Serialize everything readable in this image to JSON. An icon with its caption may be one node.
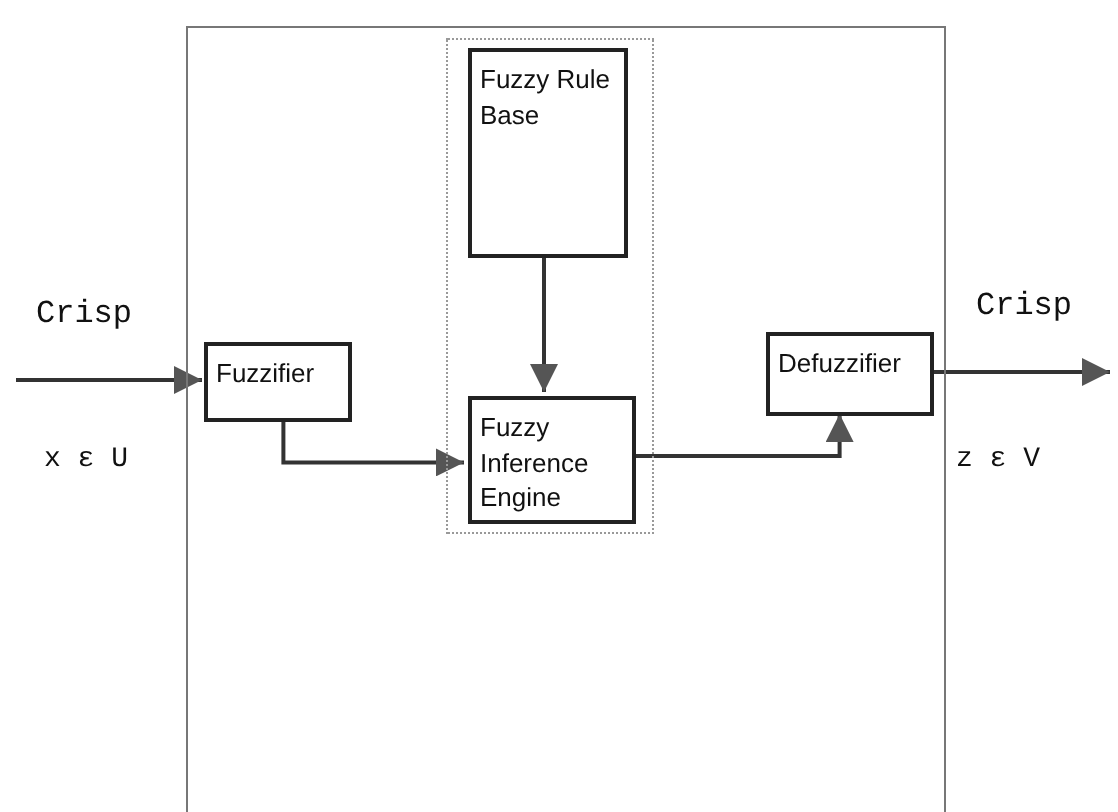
{
  "diagram": {
    "nodes": [
      {
        "text": [],
        "shape": "box"
      },
      {
        "text": [],
        "shape": "box",
        "in": 0
      },
      {
        "text": [
          "Fuzzifier"
        ],
        "in": 0
      },
      {
        "text": [
          "Fuzzy Rule Base"
        ],
        "in": 1
      },
      {
        "text": [
          "Fuzzy Inference Engine"
        ],
        "in": 1
      },
      {
        "text": [
          "Defuzzifier"
        ],
        "in": 0
      }
    ],
    "edges": [
      {
        "from": null,
        "to": 2,
        "arrow": "to",
        "label": "Crisp"
      },
      {
        "from": 2,
        "to": 4,
        "arrow": "to"
      },
      {
        "from": 3,
        "to": 4,
        "arrow": "to"
      },
      {
        "from": 4,
        "to": 5,
        "arrow": "to"
      },
      {
        "from": 5,
        "to": null,
        "arrow": "to",
        "label": "Crisp"
      }
    ],
    "labels": [
      "x ε U",
      "z ε V"
    ]
  }
}
